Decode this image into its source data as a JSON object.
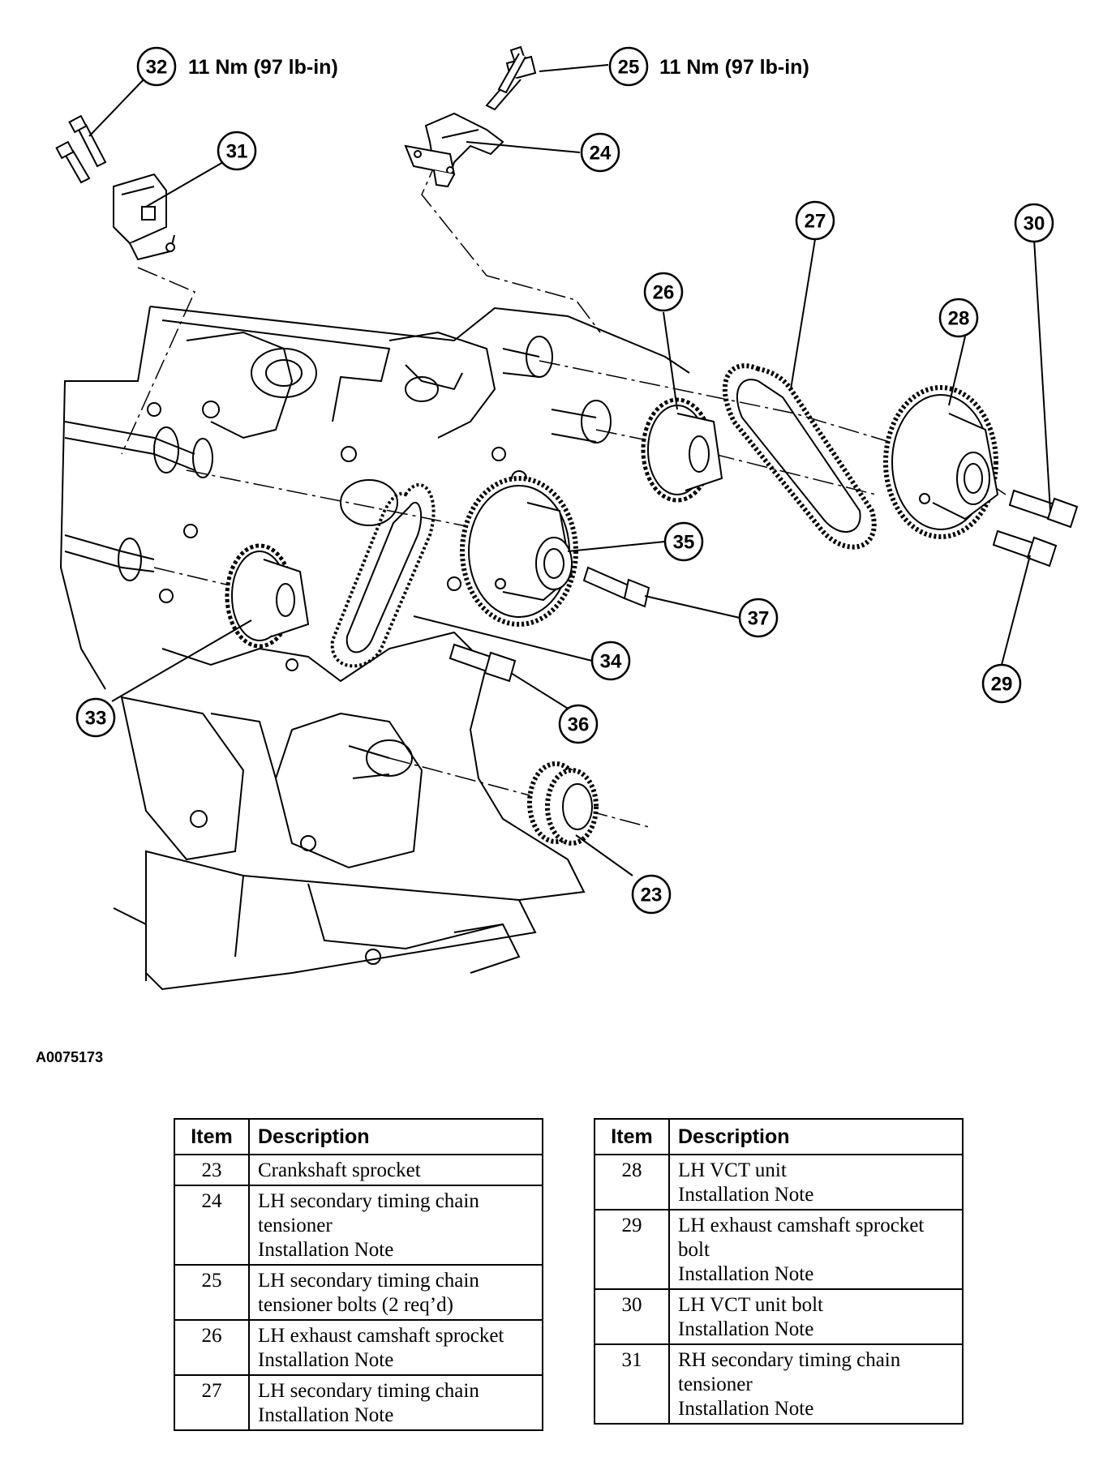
{
  "figure_id": "A0075173",
  "torque_labels": {
    "item32": "11 Nm (97 lb-in)",
    "item25": "11 Nm (97 lb-in)"
  },
  "callouts": [
    "32",
    "31",
    "25",
    "24",
    "27",
    "30",
    "26",
    "28",
    "35",
    "37",
    "34",
    "29",
    "33",
    "36",
    "23"
  ],
  "tables": {
    "header_item": "Item",
    "header_description": "Description",
    "left": [
      {
        "item": "23",
        "lines": [
          "Crankshaft sprocket"
        ]
      },
      {
        "item": "24",
        "lines": [
          "LH secondary timing chain",
          "tensioner",
          "Installation Note"
        ]
      },
      {
        "item": "25",
        "lines": [
          "LH secondary timing chain",
          "tensioner bolts (2 req’d)"
        ]
      },
      {
        "item": "26",
        "lines": [
          "LH exhaust camshaft sprocket",
          "Installation Note"
        ]
      },
      {
        "item": "27",
        "lines": [
          "LH secondary timing chain",
          "Installation Note"
        ]
      }
    ],
    "right": [
      {
        "item": "28",
        "lines": [
          "LH VCT unit",
          "Installation Note"
        ]
      },
      {
        "item": "29",
        "lines": [
          "LH exhaust camshaft sprocket",
          "bolt",
          "Installation Note"
        ]
      },
      {
        "item": "30",
        "lines": [
          "LH VCT unit bolt",
          "Installation Note"
        ]
      },
      {
        "item": "31",
        "lines": [
          "RH secondary timing chain",
          "tensioner",
          "Installation Note"
        ]
      }
    ]
  }
}
